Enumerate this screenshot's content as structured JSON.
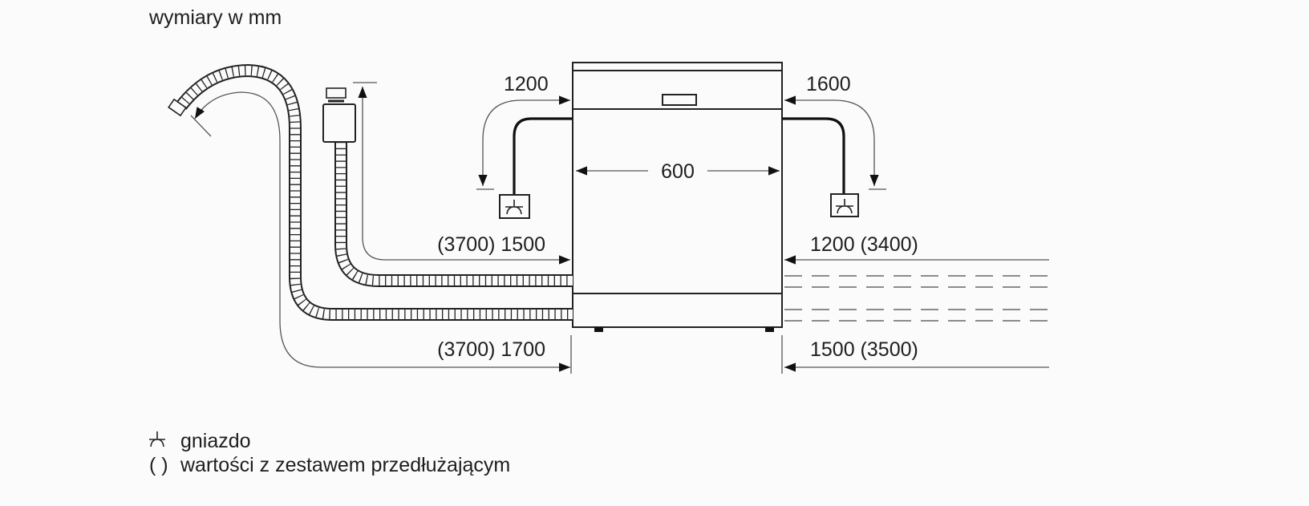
{
  "title": "wymiary w mm",
  "dimensions": {
    "width": "600",
    "left_inlet_height": "1200",
    "right_inlet_height": "1600",
    "left_hose_upper": "(3700) 1500",
    "left_hose_lower": "(3700) 1700",
    "right_hose_upper": "1200 (3400)",
    "right_hose_lower": "1500 (3500)"
  },
  "legend": {
    "socket_label": "gniazdo",
    "parentheses_symbol": "( )",
    "parentheses_label": "wartości z zestawem przedłużającym"
  }
}
